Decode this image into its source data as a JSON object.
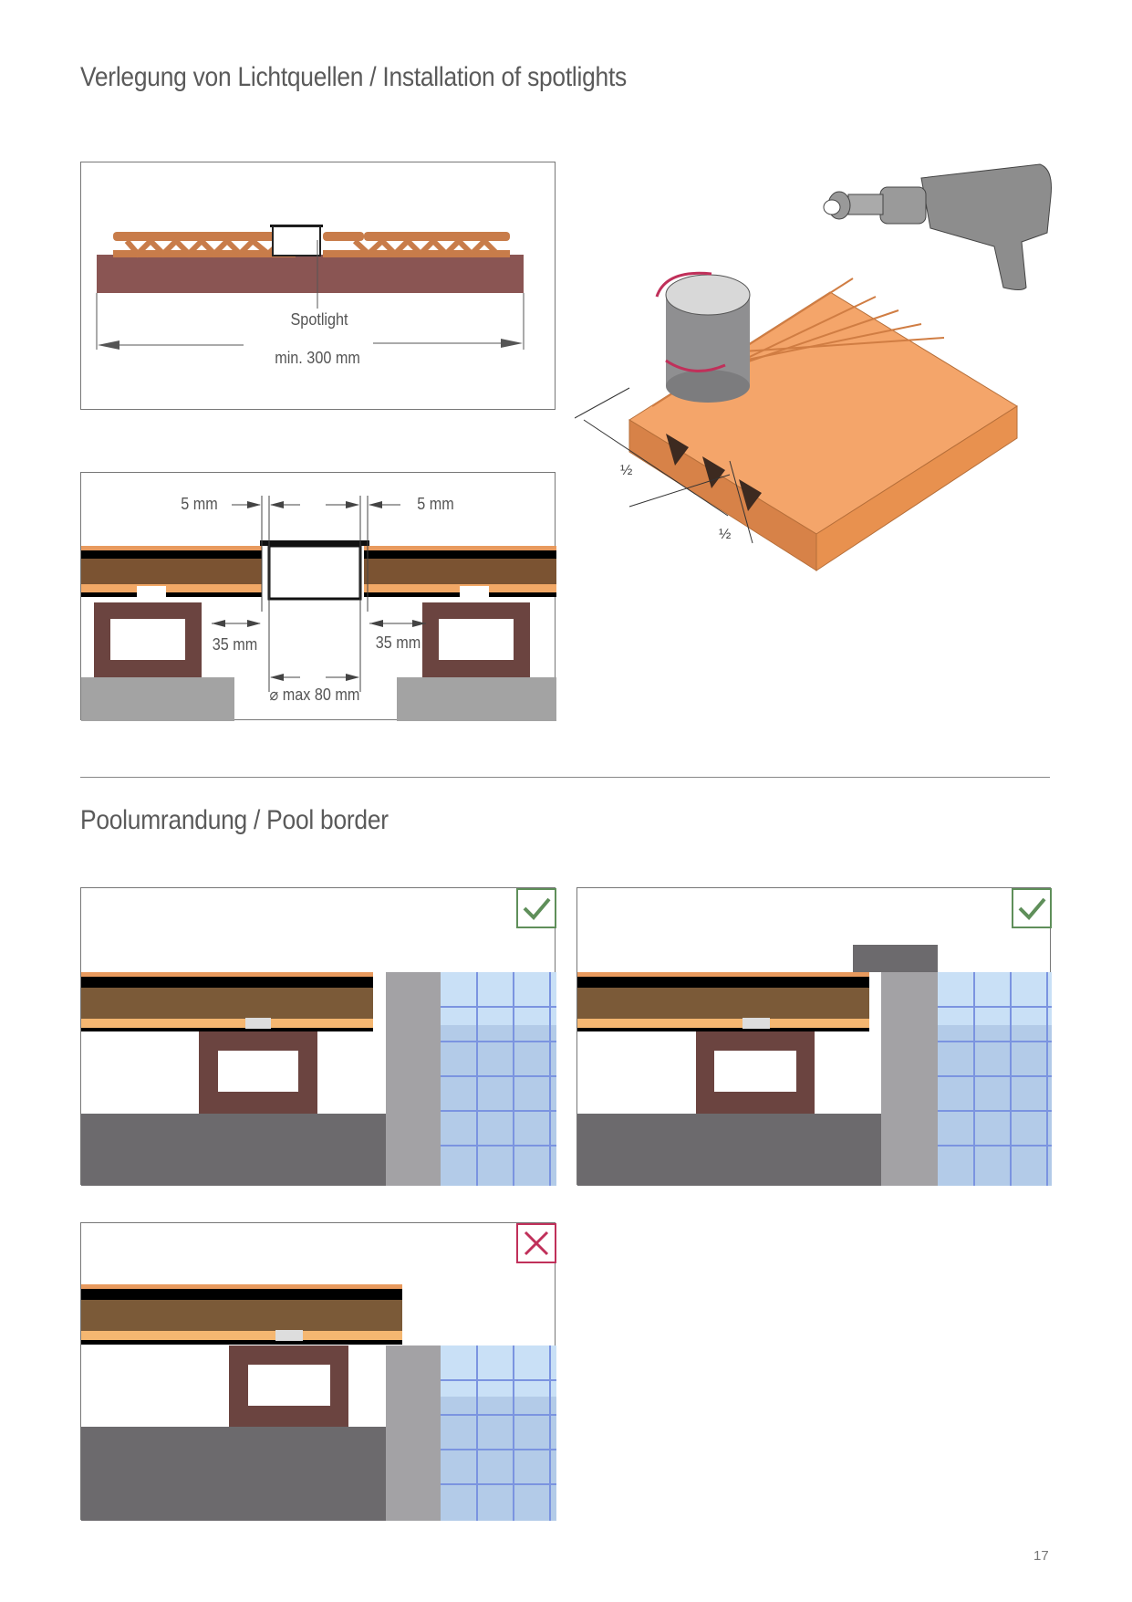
{
  "section1": {
    "title": "Verlegung von Lichtquellen / Installation of spotlights",
    "diagram_top": {
      "spotlight_label": "Spotlight",
      "min_distance": "min. 300 mm"
    },
    "diagram_section": {
      "gap_left": "5 mm",
      "gap_right": "5 mm",
      "joist_left": "35 mm",
      "joist_right": "35 mm",
      "max_diameter": "⌀ max 80 mm"
    },
    "drill_illustration": {
      "half_1": "½",
      "half_2": "½"
    }
  },
  "section2": {
    "title": "Poolumrandung / Pool border",
    "panels": [
      {
        "status": "correct",
        "icon": "check-icon"
      },
      {
        "status": "correct",
        "icon": "check-icon"
      },
      {
        "status": "incorrect",
        "icon": "cross-icon"
      }
    ]
  },
  "colors": {
    "check": "#5f8f5a",
    "cross": "#c0305a",
    "deck": "#7a5a3a",
    "deck_light": "#f5b771",
    "joist": "#6b4440",
    "ground": "#6c6a6d",
    "wall": "#a3a2a5",
    "water": "#b8d3f0"
  },
  "page_number": "17"
}
